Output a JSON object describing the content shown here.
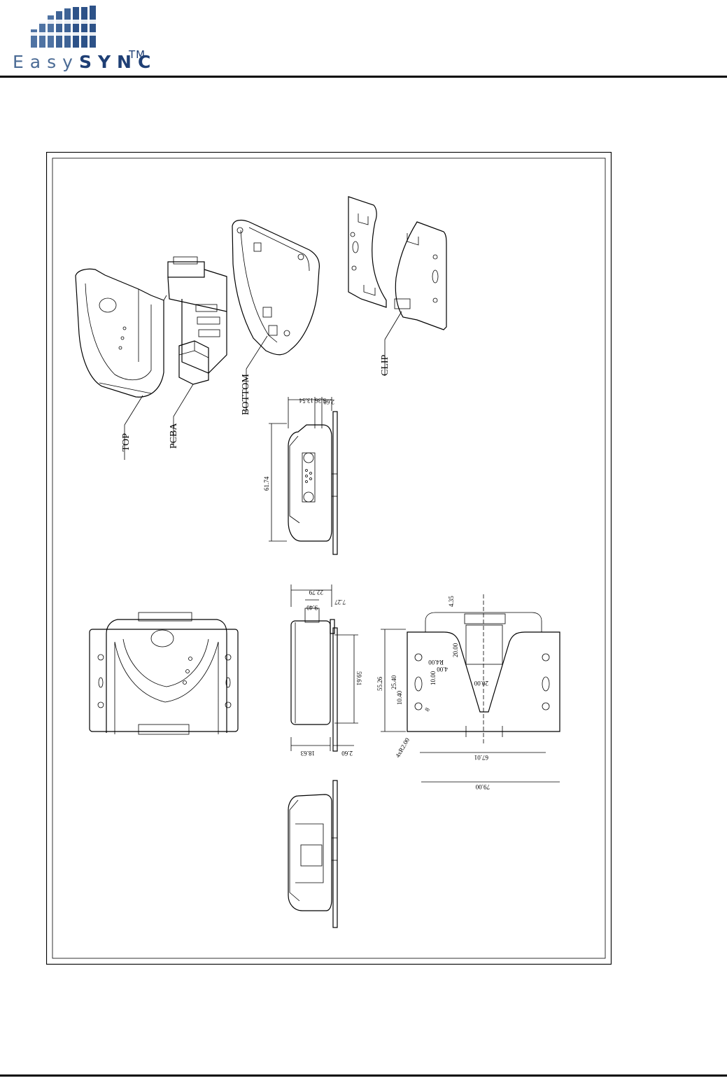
{
  "header": {
    "logo_easy": "Easy",
    "logo_sync": "SYNC",
    "logo_tm": "TM"
  },
  "drawing": {
    "part_labels": {
      "top": "TOP",
      "pcba": "PCBA",
      "bottom": "BOTTOM",
      "clip": "CLIP"
    },
    "dimensions": {
      "d_2_60_a": "2.60",
      "d_5_36": "5.36",
      "d_13_54": "13.54",
      "d_61_74": "61.74",
      "d_22_79": "22.79",
      "d_7_27": "7.27",
      "d_9_40": "9.40",
      "d_59_61": "59.61",
      "d_18_63": "18.63",
      "d_2_60_b": "2.60",
      "d_4_35": "4.35",
      "d_20_00_a": "20.00",
      "d_20_00_b": "20.00",
      "d_r4_00_a": "R4.00",
      "d_4_00": "4.00",
      "d_25_40": "25.40",
      "d_55_26": "55.26",
      "d_10_40": "10.40",
      "d_10_00": "10.00",
      "d_8": "8",
      "d_4x_r2_00": "4xR2.00",
      "d_67_01": "67.01",
      "d_79_00": "79.00"
    }
  }
}
